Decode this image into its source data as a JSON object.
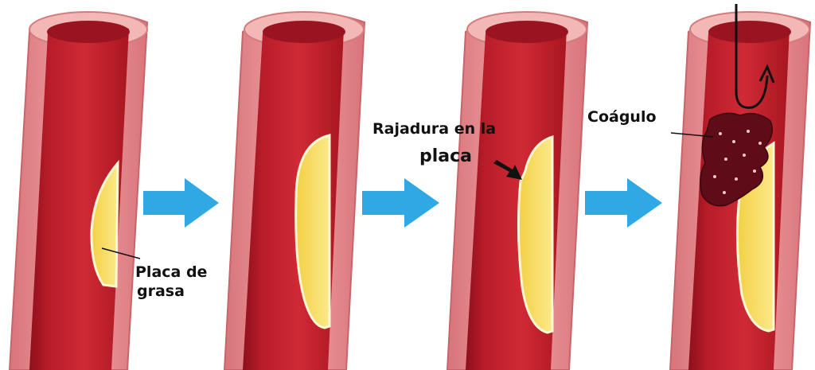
{
  "colors": {
    "wall_outer": "#e88d8f",
    "wall_inner": "#f2b3b2",
    "lumen": "#c8232f",
    "lumen_dark": "#8e0f1c",
    "plaque_fill": "#f6dd63",
    "plaque_edge": "#fbf6d4",
    "arrow": "#2fa8e4",
    "clot": "#5e0d18"
  },
  "stages": [
    {
      "label_line1": "Placa de",
      "label_line2": "grasa"
    },
    {},
    {
      "label_line1": "Rajadura en la",
      "label_line2": "placa"
    },
    {
      "label_line1": "Coágulo"
    }
  ],
  "arrows": [
    "arrow-right-icon",
    "arrow-right-icon",
    "arrow-right-icon"
  ],
  "flow_indicator": "curved-arrow-icon"
}
